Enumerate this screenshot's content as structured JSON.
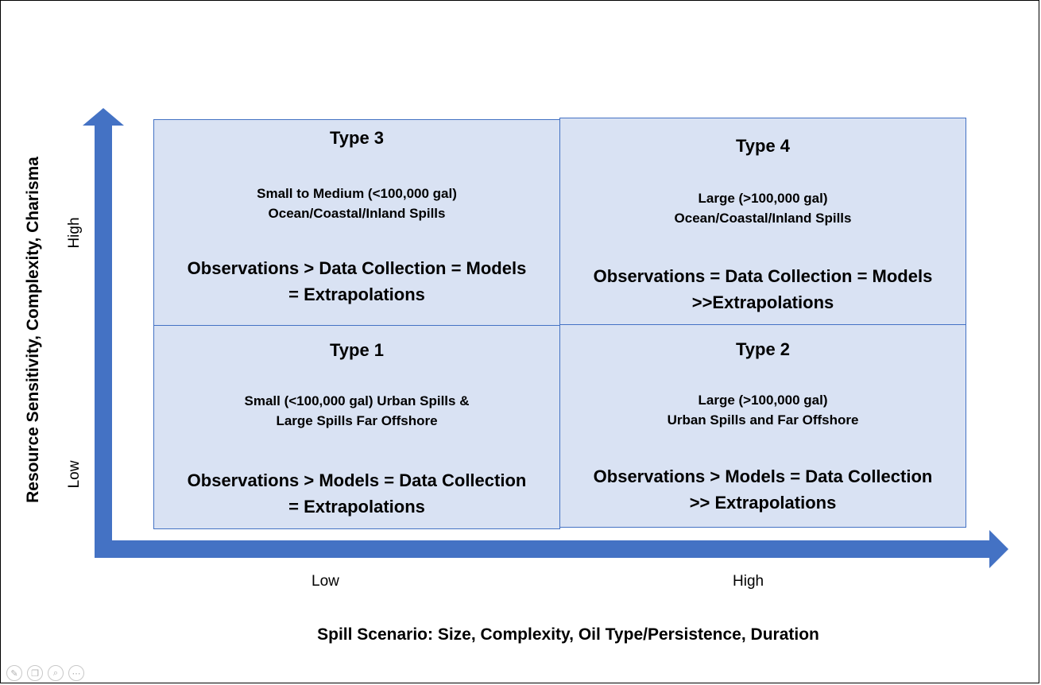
{
  "diagram": {
    "y_axis": {
      "title": "Resource Sensitivity, Complexity, Charisma",
      "high_label": "High",
      "low_label": "Low"
    },
    "x_axis": {
      "title": "Spill Scenario: Size, Complexity, Oil Type/Persistence, Duration",
      "low_label": "Low",
      "high_label": "High"
    },
    "quadrants": {
      "type3": {
        "title": "Type 3",
        "desc1": "Small to Medium (<100,000 gal)",
        "desc2": "Ocean/Coastal/Inland Spills",
        "rel1": "Observations > Data Collection = Models",
        "rel2": "= Extrapolations"
      },
      "type4": {
        "title": "Type 4",
        "desc1": "Large (>100,000 gal)",
        "desc2": "Ocean/Coastal/Inland Spills",
        "rel1": "Observations = Data Collection = Models",
        "rel2": ">>Extrapolations"
      },
      "type1": {
        "title": "Type 1",
        "desc1": "Small (<100,000 gal) Urban Spills &",
        "desc2": "Large Spills Far Offshore",
        "rel1": "Observations > Models  = Data Collection",
        "rel2": "= Extrapolations"
      },
      "type2": {
        "title": "Type 2",
        "desc1": "Large (>100,000 gal)",
        "desc2": "Urban Spills and Far Offshore",
        "rel1": "Observations > Models = Data Collection",
        "rel2": ">> Extrapolations"
      }
    },
    "colors": {
      "axis": "#4472c4",
      "quadrant_fill": "#d9e2f3",
      "quadrant_border": "#4472c4"
    }
  },
  "toolbar": {
    "icons": [
      "pen-icon",
      "copy-icon",
      "zoom-icon",
      "more-icon"
    ]
  }
}
